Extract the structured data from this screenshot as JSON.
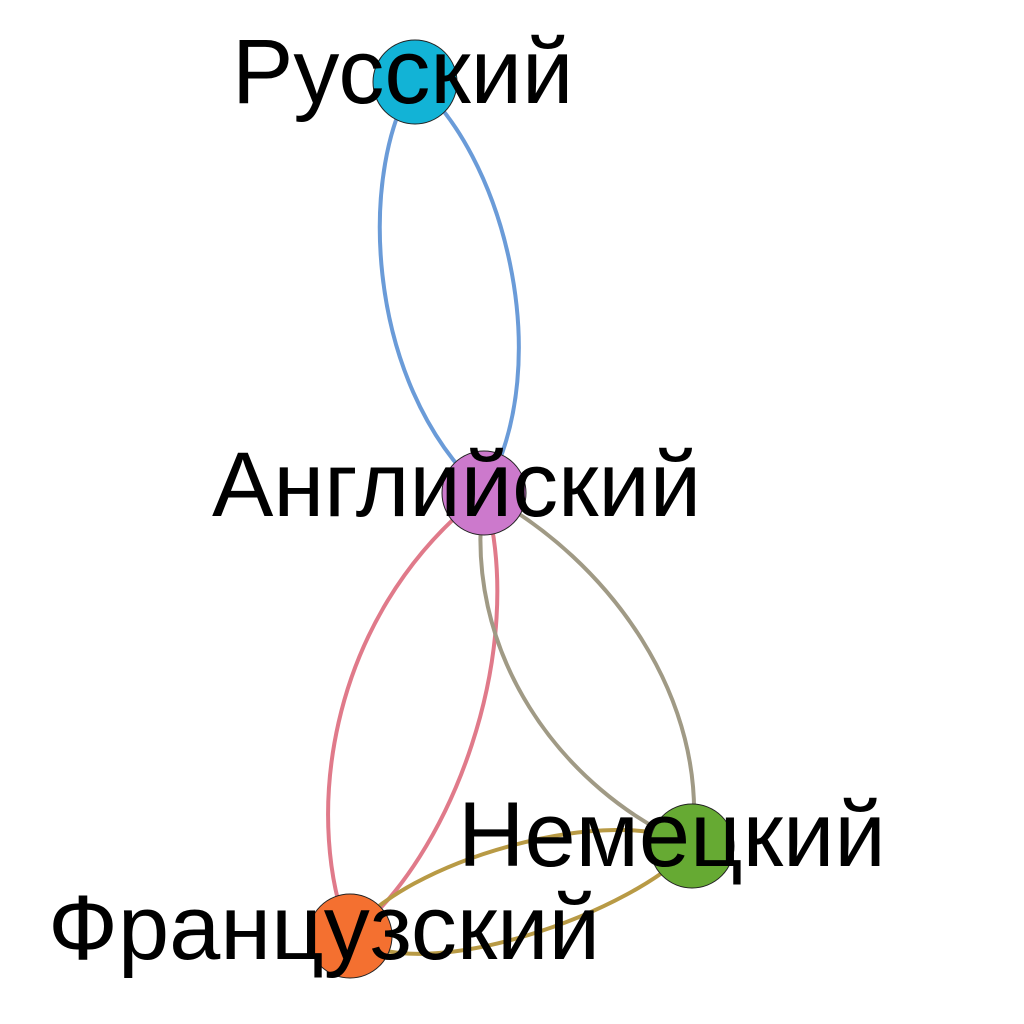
{
  "graph": {
    "nodes": [
      {
        "id": "ru",
        "label": "Русский",
        "color": "#12B3D6"
      },
      {
        "id": "en",
        "label": "Английский",
        "color": "#CC79CC"
      },
      {
        "id": "de",
        "label": "Немецкий",
        "color": "#66AA33"
      },
      {
        "id": "fr",
        "label": "Французский",
        "color": "#F47030"
      }
    ],
    "edges": [
      {
        "source": "ru",
        "target": "en",
        "color": "#6A9BD8"
      },
      {
        "source": "en",
        "target": "ru",
        "color": "#6A9BD8"
      },
      {
        "source": "en",
        "target": "fr",
        "color": "#E07A8A"
      },
      {
        "source": "fr",
        "target": "en",
        "color": "#E07A8A"
      },
      {
        "source": "en",
        "target": "de",
        "color": "#A09A85"
      },
      {
        "source": "de",
        "target": "en",
        "color": "#A09A85"
      },
      {
        "source": "fr",
        "target": "de",
        "color": "#B89A45"
      },
      {
        "source": "de",
        "target": "fr",
        "color": "#B89A45"
      }
    ]
  }
}
